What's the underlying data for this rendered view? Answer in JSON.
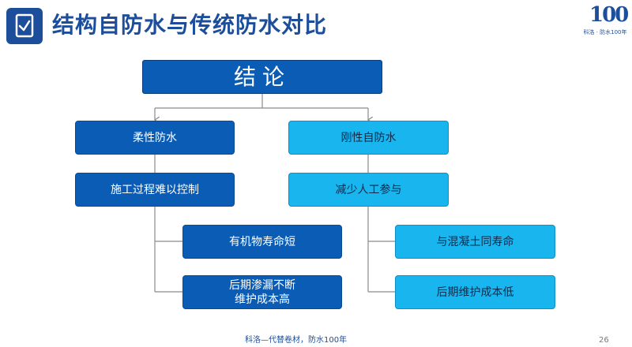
{
  "header": {
    "title": "结构自防水与传统防水对比"
  },
  "logo": {
    "mark": "100",
    "subtitle": "科洛 · 防水100年"
  },
  "diagram": {
    "conclusion": "结论",
    "left": {
      "head": "柔性防水",
      "step": "施工过程难以控制",
      "points": [
        "有机物寿命短",
        "后期渗漏不断\n维护成本高"
      ]
    },
    "right": {
      "head": "刚性自防水",
      "step": "减少人工参与",
      "points": [
        "与混凝土同寿命",
        "后期维护成本低"
      ]
    }
  },
  "footer": {
    "slogan": "科洛—代替卷材，防水100年",
    "page_number": "26"
  },
  "colors": {
    "brand_blue": "#1d4e9b",
    "dark_box": "#0b5cb5",
    "light_box": "#19b5ee",
    "connector": "#8a8a8a"
  }
}
